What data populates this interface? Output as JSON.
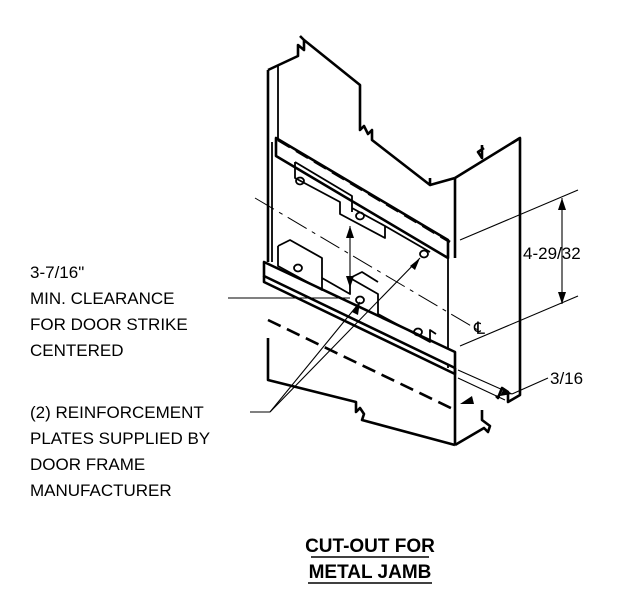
{
  "labels": {
    "clearance_dim": "3-7/16\"",
    "clearance_line1": "MIN. CLEARANCE",
    "clearance_line2": "FOR DOOR STRIKE",
    "clearance_line3": "CENTERED",
    "height_dim": "4-29/32",
    "thickness_dim": "3/16",
    "centerline_symbol": "℄",
    "plates_line1": "(2) REINFORCEMENT",
    "plates_line2": "PLATES SUPPLIED BY",
    "plates_line3": "DOOR FRAME",
    "plates_line4": "MANUFACTURER"
  },
  "title": {
    "line1": "CUT-OUT FOR",
    "line2": "METAL JAMB"
  }
}
